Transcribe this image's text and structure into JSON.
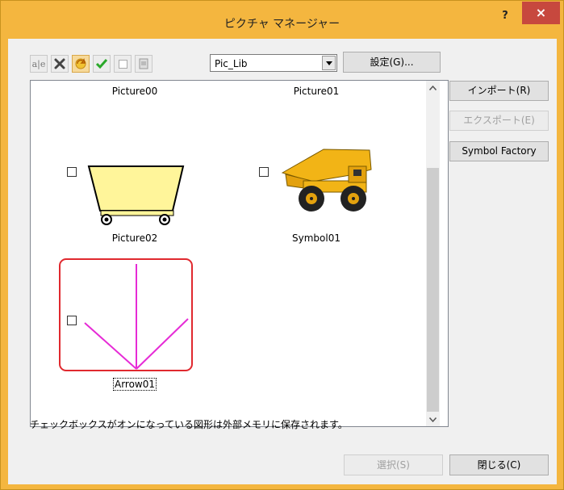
{
  "window": {
    "title": "ピクチャ マネージャー",
    "help_label": "?",
    "close_label": "×"
  },
  "toolbar": {
    "library_value": "Pic_Lib",
    "settings_label": "設定(G)..."
  },
  "side_buttons": {
    "import_label": "インポート(R)",
    "export_label": "エクスポート(E)",
    "symbol_factory_label": "Symbol Factory"
  },
  "list": {
    "items": [
      {
        "label": "Picture00"
      },
      {
        "label": "Picture01"
      },
      {
        "label": "Picture02"
      },
      {
        "label": "Symbol01"
      },
      {
        "label": "Arrow01"
      }
    ]
  },
  "status": {
    "message": "チェックボックスがオンになっている図形は外部メモリに保存されます。"
  },
  "footer": {
    "select_label": "選択(S)",
    "close_label": "閉じる(C)"
  },
  "colors": {
    "titlebar": "#f4b63f",
    "close_button": "#c7483e",
    "arrow": "#e62bd6",
    "highlight": "#e0292f",
    "cart": "#fff59a"
  }
}
